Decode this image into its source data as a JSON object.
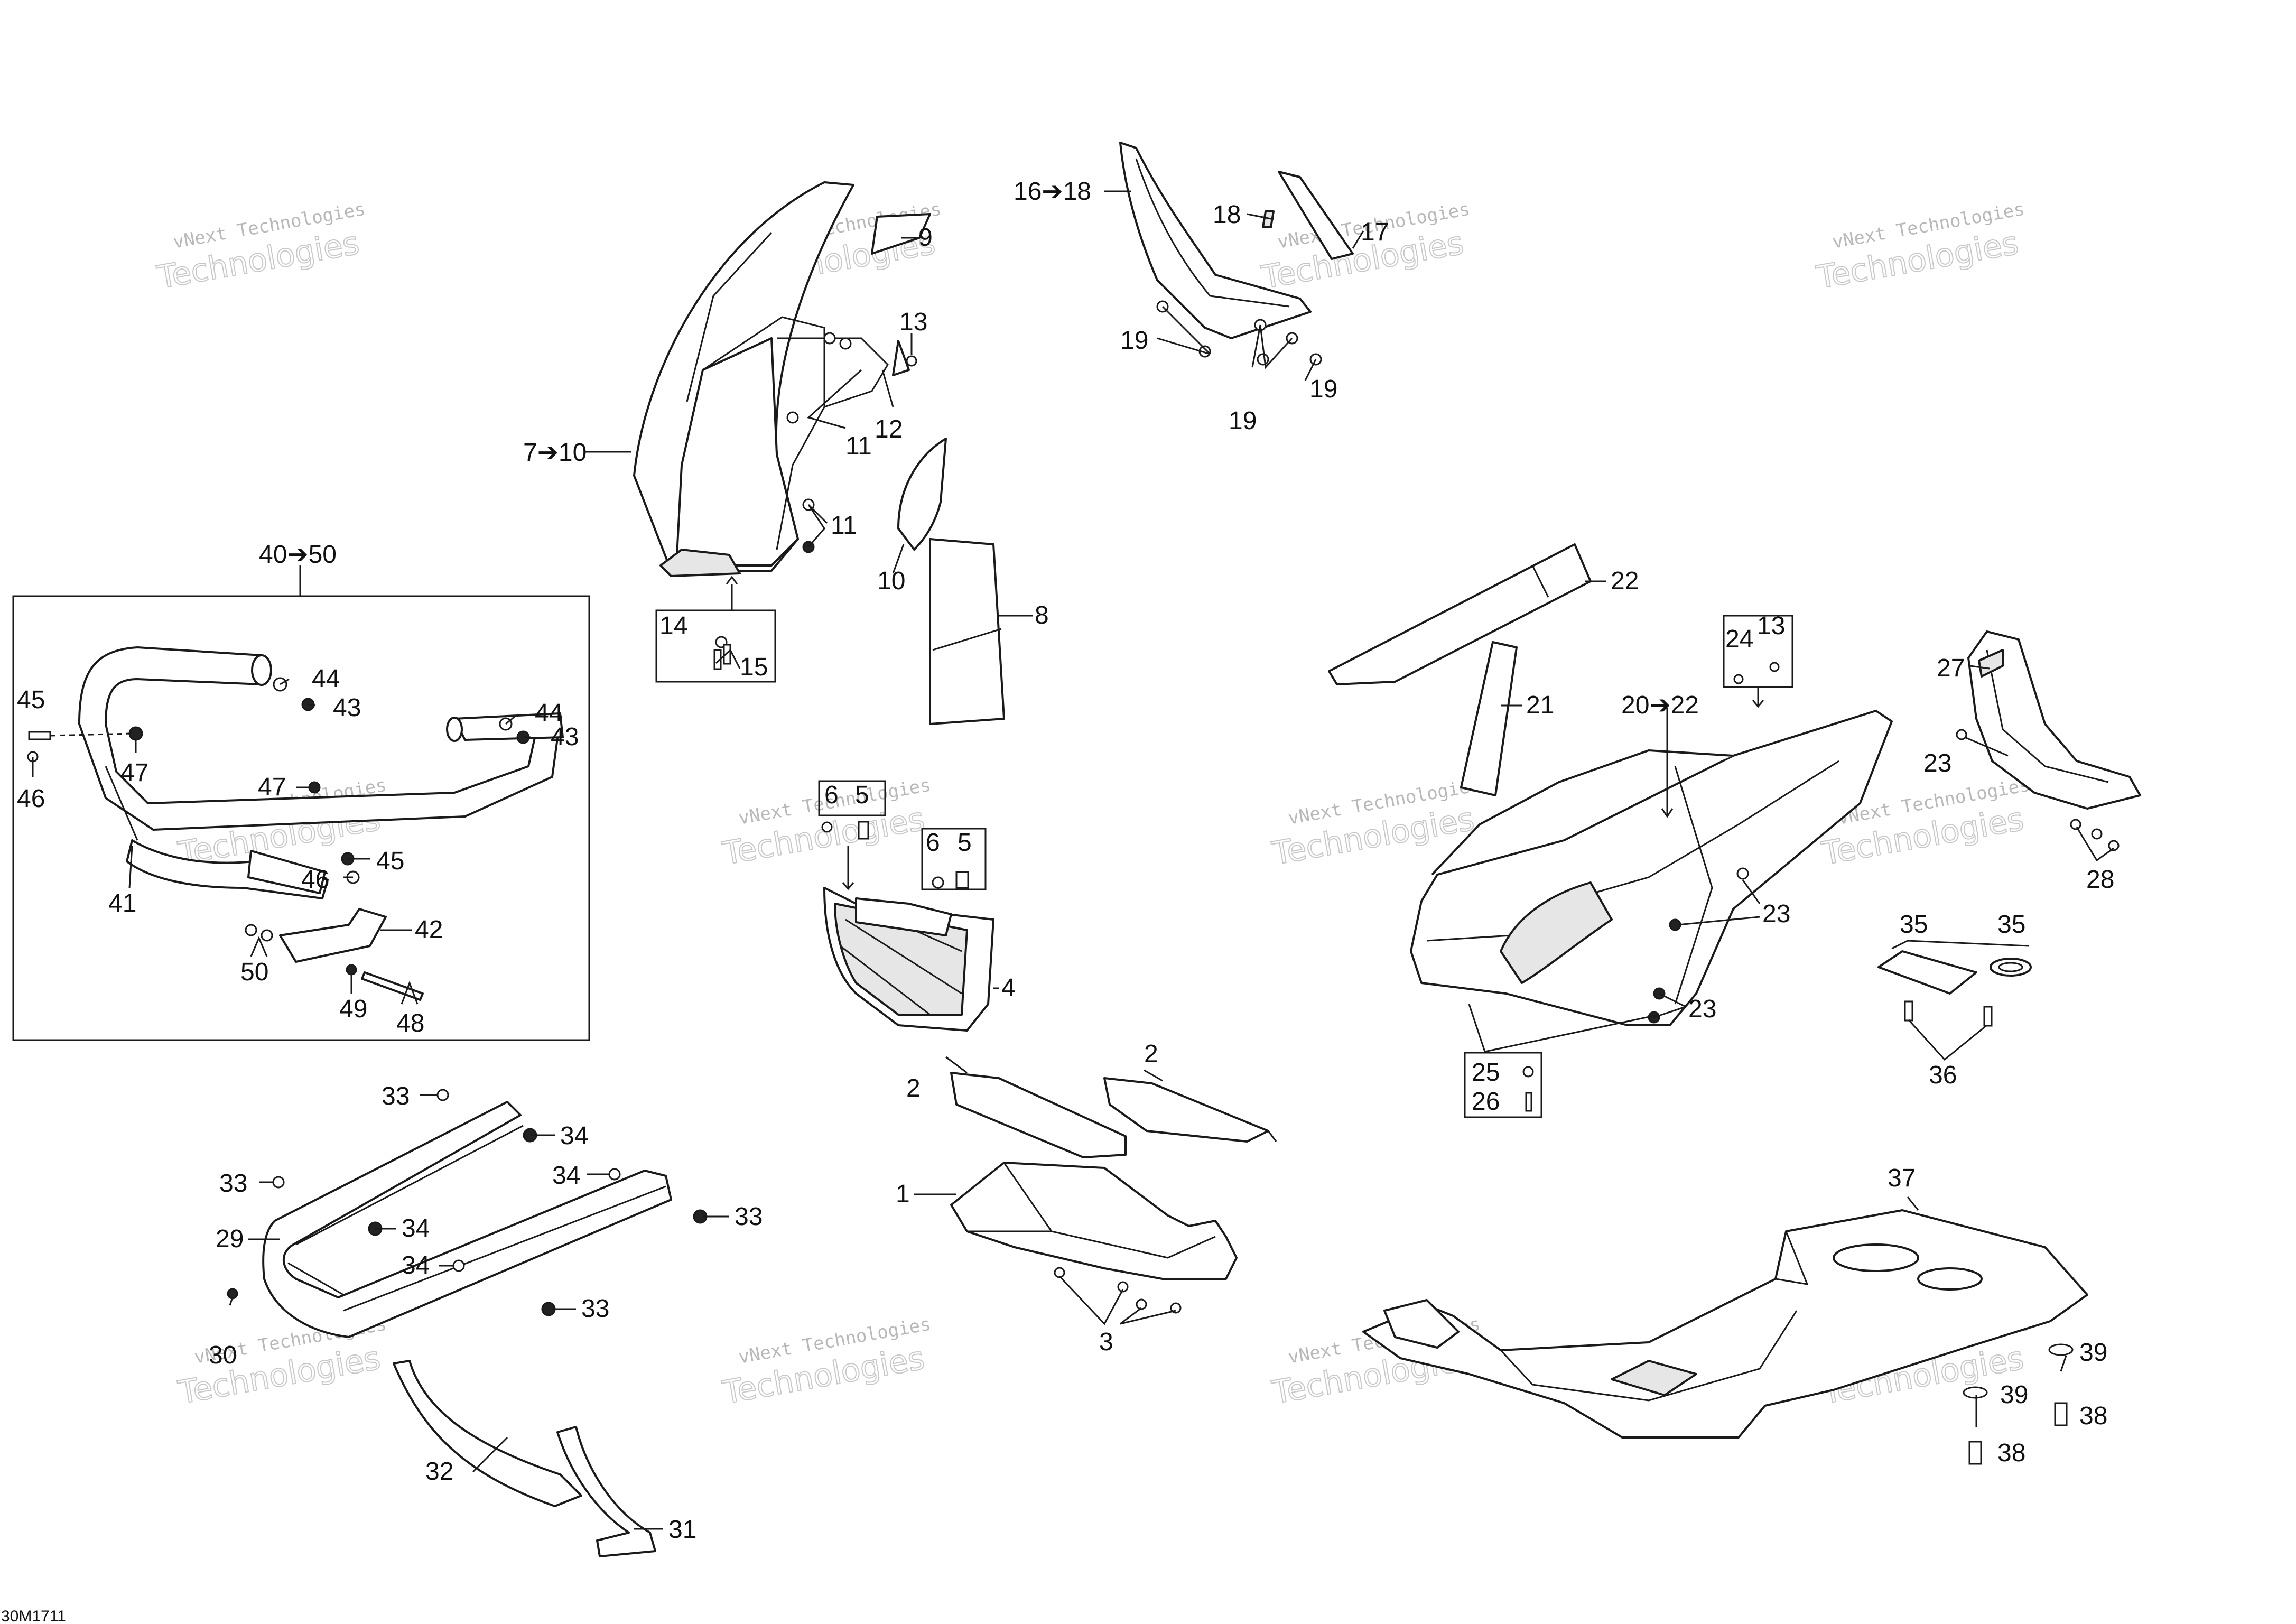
{
  "diagram_code": "30M1711",
  "watermark": {
    "line1": "vNext",
    "line2": "vNext Technologies",
    "line3": "Technologies"
  },
  "labels": {
    "l1": "1",
    "l2a": "2",
    "l2b": "2",
    "l3": "3",
    "l4": "4",
    "l5a": "5",
    "l5b": "5",
    "l6a": "6",
    "l6b": "6",
    "l7to10": "7➔10",
    "l8": "8",
    "l9": "9",
    "l10": "10",
    "l11a": "11",
    "l11b": "11",
    "l12": "12",
    "l13a": "13",
    "l13b": "13",
    "l14": "14",
    "l15": "15",
    "l16to18": "16➔18",
    "l17": "17",
    "l18": "18",
    "l19a": "19",
    "l19b": "19",
    "l19c": "19",
    "l20to22": "20➔22",
    "l21": "21",
    "l22": "22",
    "l23a": "23",
    "l23b": "23",
    "l23c": "23",
    "l24": "24",
    "l25": "25",
    "l26": "26",
    "l27": "27",
    "l28": "28",
    "l29": "29",
    "l30": "30",
    "l31": "31",
    "l32": "32",
    "l33a": "33",
    "l33b": "33",
    "l33c": "33",
    "l33d": "33",
    "l34a": "34",
    "l34b": "34",
    "l34c": "34",
    "l34d": "34",
    "l35a": "35",
    "l35b": "35",
    "l36": "36",
    "l37": "37",
    "l38a": "38",
    "l38b": "38",
    "l39a": "39",
    "l39b": "39",
    "l40to50": "40➔50",
    "l41": "41",
    "l42": "42",
    "l43a": "43",
    "l43b": "43",
    "l44a": "44",
    "l44b": "44",
    "l45a": "45",
    "l45b": "45",
    "l46a": "46",
    "l46b": "46",
    "l47a": "47",
    "l47b": "47",
    "l48": "48",
    "l49": "49",
    "l50": "50"
  }
}
